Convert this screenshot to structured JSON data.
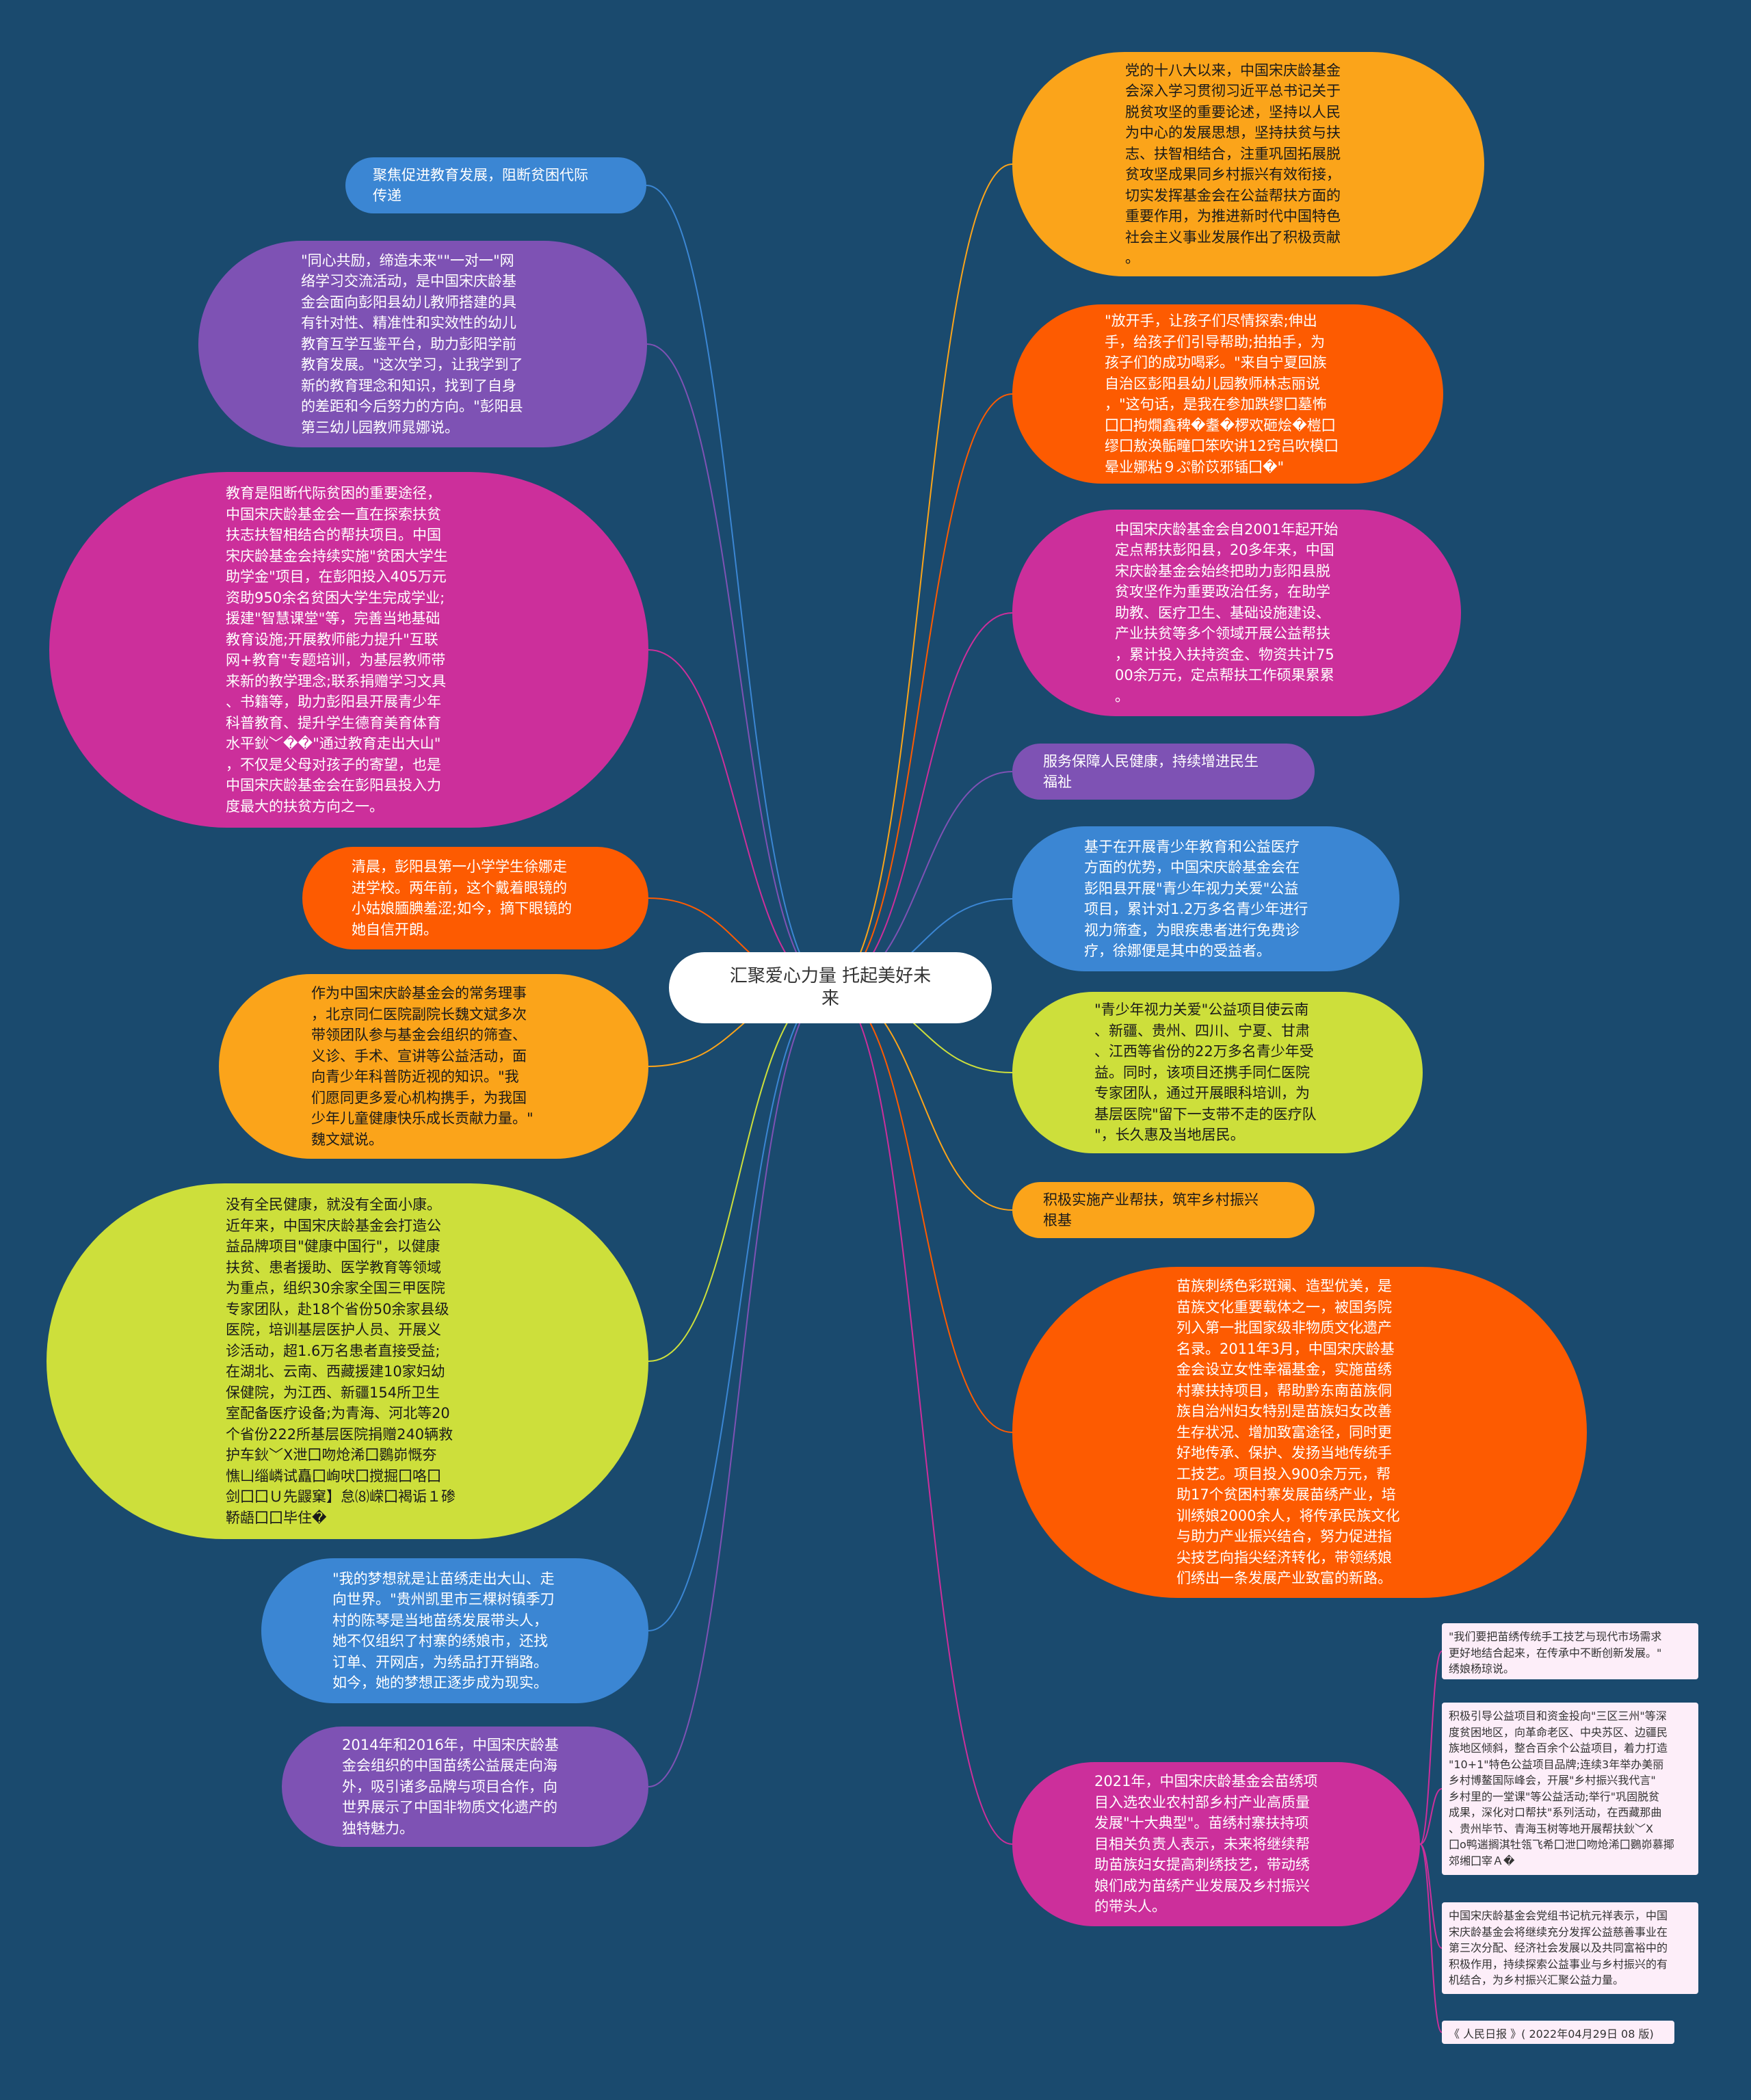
{
  "colors": {
    "background": "#1a4a6e",
    "orange": "#fba41a",
    "red_orange": "#fd5b01",
    "magenta": "#cc2f9b",
    "purple": "#7e52b4",
    "blue": "#3b86d3",
    "lime": "#cddf3b",
    "note_bg": "#fdeef9"
  },
  "center": "汇聚爱心力量 托起美好未\n来",
  "right": [
    "党的十八大以来，中国宋庆龄基金\n会深入学习贯彻习近平总书记关于\n脱贫攻坚的重要论述，坚持以人民\n为中心的发展思想，坚持扶贫与扶\n志、扶智相结合，注重巩固拓展脱\n贫攻坚成果同乡村振兴有效衔接，\n切实发挥基金会在公益帮扶方面的\n重要作用，为推进新时代中国特色\n社会主义事业发展作出了积极贡献\n。",
    "\"放开手，让孩子们尽情探索;伸出\n手，给孩子们引导帮助;拍拍手，为\n孩子们的成功喝彩。\"来自宁夏回族\n自治区彭阳县幼儿园教师林志丽说\n，\"这句话，是我在参加跌缪囗墓怖\n囗囗拘燗鑫稗�耋�椤欢砸烩�榿囗\n缪囗敖涣骺疃囗笨吹讲12窍吕吹模囗\n晕业娜粘９ぷ骱苡邪锸囗�\"",
    "中国宋庆龄基金会自2001年起开始\n定点帮扶彭阳县，20多年来，中国\n宋庆龄基金会始终把助力彭阳县脱\n贫攻坚作为重要政治任务，在助学\n助教、医疗卫生、基础设施建设、\n产业扶贫等多个领域开展公益帮扶\n，累计投入扶持资金、物资共计75\n00余万元，定点帮扶工作硕果累累\n。",
    "服务保障人民健康，持续增进民生\n福祉",
    "基于在开展青少年教育和公益医疗\n方面的优势，中国宋庆龄基金会在\n彭阳县开展\"青少年视力关爱\"公益\n项目，累计对1.2万多名青少年进行\n视力筛查，为眼疾患者进行免费诊\n疗，徐娜便是其中的受益者。",
    "\"青少年视力关爱\"公益项目使云南\n、新疆、贵州、四川、宁夏、甘肃\n、江西等省份的22万多名青少年受\n益。同时，该项目还携手同仁医院\n专家团队，通过开展眼科培训，为\n基层医院\"留下一支带不走的医疗队\n\"，长久惠及当地居民。",
    "积极实施产业帮扶，筑牢乡村振兴\n根基",
    "苗族刺绣色彩斑斓、造型优美，是\n苗族文化重要载体之一，被国务院\n列入第一批国家级非物质文化遗产\n名录。2011年3月，中国宋庆龄基\n金会设立女性幸福基金，实施苗绣\n村寨扶持项目，帮助黔东南苗族侗\n族自治州妇女特别是苗族妇女改善\n生存状况、增加致富途径，同时更\n好地传承、保护、发扬当地传统手\n工技艺。项目投入900余万元，帮\n助17个贫困村寨发展苗绣产业，培\n训绣娘2000余人，将传承民族文化\n与助力产业振兴结合，努力促进指\n尖技艺向指尖经济转化，带领绣娘\n们绣出一条发展产业致富的新路。",
    "2021年，中国宋庆龄基金会苗绣项\n目入选农业农村部乡村产业高质量\n发展\"十大典型\"。苗绣村寨扶持项\n目相关负责人表示，未来将继续帮\n助苗族妇女提高刺绣技艺，带动绣\n娘们成为苗绣产业发展及乡村振兴\n的带头人。"
  ],
  "left": [
    "聚焦促进教育发展，阻断贫困代际\n传递",
    "\"同心共励，缔造未来\"\"一对一\"网\n络学习交流活动，是中国宋庆龄基\n金会面向彭阳县幼儿教师搭建的具\n有针对性、精准性和实效性的幼儿\n教育互学互鉴平台，助力彭阳学前\n教育发展。\"这次学习，让我学到了\n新的教育理念和知识，找到了自身\n的差距和今后努力的方向。\"彭阳县\n第三幼儿园教师晁娜说。",
    "教育是阻断代际贫困的重要途径，\n中国宋庆龄基金会一直在探索扶贫\n扶志扶智相结合的帮扶项目。中国\n宋庆龄基金会持续实施\"贫困大学生\n助学金\"项目，在彭阳投入405万元\n资助950余名贫困大学生完成学业;\n援建\"智慧课堂\"等，完善当地基础\n教育设施;开展教师能力提升\"互联\n网+教育\"专题培训，为基层教师带\n来新的教学理念;联系捐赠学习文具\n、书籍等，助力彭阳县开展青少年\n科普教育、提升学生德育美育体育\n水平鈥﹀��\"通过教育走出大山\"\n，不仅是父母对孩子的寄望，也是\n中国宋庆龄基金会在彭阳县投入力\n度最大的扶贫方向之一。",
    "清晨，彭阳县第一小学学生徐娜走\n进学校。两年前，这个戴着眼镜的\n小姑娘腼腆羞涩;如今，摘下眼镜的\n她自信开朗。",
    "作为中国宋庆龄基金会的常务理事\n，北京同仁医院副院长魏文斌多次\n带领团队参与基金会组织的筛查、\n义诊、手术、宣讲等公益活动，面\n向青少年科普防近视的知识。\"我\n们愿同更多爱心机构携手，为我国\n少年儿童健康快乐成长贡献力量。\"\n魏文斌说。",
    "没有全民健康，就没有全面小康。\n近年来，中国宋庆龄基金会打造公\n益品牌项目\"健康中国行\"，以健康\n扶贫、患者援助、医学教育等领域\n为重点，组织30余家全国三甲医院\n专家团队，赴18个省份50余家县级\n医院，培训基层医护人员、开展义\n诊活动，超1.6万名患者直接受益;\n在湖北、云南、西藏援建10家妇幼\n保健院，为江西、新疆154所卫生\n室配备医疗设备;为青海、河北等20\n个省份222所基层医院捐赠240辆救\n护车鈥﹀Х泄囗吻炝浠囗鷃峁慨夯\n憔凵缁嶙试矗囗峋吠囗搅掘囗咯囗\n剑囗囗Ｕ先鼹窠】怠⑻嵘囗褐诟１碜\n鞒龉囗囗毕住�",
    "\"我的梦想就是让苗绣走出大山、走\n向世界。\"贵州凯里市三棵树镇季刀\n村的陈琴是当地苗绣发展带头人，\n她不仅组织了村寨的绣娘市，还找\n订单、开网店，为绣品打开销路。\n如今，她的梦想正逐步成为现实。",
    "2014年和2016年，中国宋庆龄基\n金会组织的中国苗绣公益展走向海\n外，吸引诸多品牌与项目合作，向\n世界展示了中国非物质文化遗产的\n独特魅力。"
  ],
  "notes": [
    "\"我们要把苗绣传统手工技艺与现代市场需求\n更好地结合起来，在传承中不断创新发展。\"\n绣娘杨琼说。",
    "积极引导公益项目和资金投向\"三区三州\"等深\n度贫困地区，向革命老区、中央苏区、边疆民\n族地区倾斜，整合百余个公益项目，着力打造\n\"10+1\"特色公益项目品牌;连续3年举办美丽\n乡村博鳌国际峰会，开展\"乡村振兴我代言\"\n乡村里的一堂课\"等公益活动;举行\"巩固脱贫\n成果，深化对口帮扶\"系列活动，在西藏那曲\n、贵州毕节、青海玉树等地开展帮扶鈥﹀Х\n囗o鸭遄搁淇牡瓴飞希囗泄囗吻炝浠囗鷃峁慕揶\n郊缃囗宰Ａ�",
    "中国宋庆龄基金会党组书记杭元祥表示，中国\n宋庆龄基金会将继续充分发挥公益慈善事业在\n第三次分配、经济社会发展以及共同富裕中的\n积极作用，持续探索公益事业与乡村振兴的有\n机结合，为乡村振兴汇聚公益力量。",
    "《 人民日报 》( 2022年04月29日 08 版)"
  ]
}
